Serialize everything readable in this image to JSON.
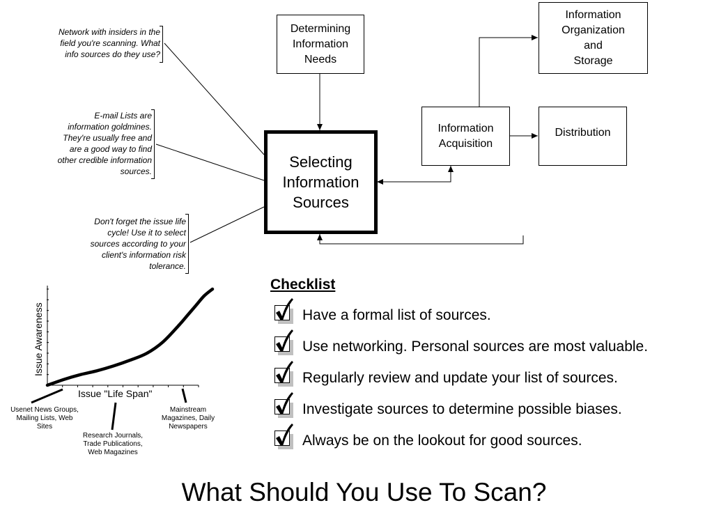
{
  "page_title": "What Should You Use To Scan?",
  "flow": {
    "determining": "Determining\nInformation\nNeeds",
    "selecting": "Selecting\nInformation\nSources",
    "acquisition": "Information\nAcquisition",
    "organization": "Information\nOrganization\nand\nStorage",
    "distribution": "Distribution"
  },
  "notes": [
    "Network with insiders in the\nfield you're scanning. What\ninfo sources do they use?",
    "E-mail  Lists are\ninformation goldmines.\nThey're usually free and\nare a good way to find\nother credible information\nsources.",
    "Don't forget the issue life\ncycle! Use it to select\nsources according to your\nclient's information risk\ntolerance."
  ],
  "checklist": {
    "title": "Checklist",
    "items": [
      {
        "text": "Have a formal list of sources.",
        "checked": true
      },
      {
        "text": "Use networking. Personal sources are most valuable.",
        "checked": true
      },
      {
        "text": "Regularly review and update your list of sources.",
        "checked": true
      },
      {
        "text": "Investigate sources to determine possible biases.",
        "checked": true
      },
      {
        "text": "Always be on the lookout for good sources.",
        "checked": true
      }
    ]
  },
  "chart_data": {
    "type": "line",
    "title": "",
    "xlabel": "Issue \"Life Span\"",
    "ylabel": "Issue Awareness",
    "xlim": [
      0,
      10
    ],
    "ylim": [
      0,
      10
    ],
    "grid": false,
    "x_ticks": 10,
    "y_ticks": 9,
    "series": [
      {
        "name": "Issue awareness curve",
        "x": [
          0,
          1,
          2,
          3,
          4,
          5,
          6,
          7,
          8,
          8.5,
          9,
          9.5,
          10
        ],
        "y": [
          0,
          0.6,
          1.1,
          1.5,
          2.0,
          2.6,
          3.3,
          4.5,
          6.3,
          7.3,
          8.3,
          9.3,
          10
        ]
      }
    ],
    "annotations": [
      {
        "text": "Usenet News Groups,\nMailing Lists, Web\nSites",
        "x": 1
      },
      {
        "text": "Research Journals,\nTrade Publications,\nWeb Magazines",
        "x": 4.5
      },
      {
        "text": "Mainstream\nMagazines, Daily\nNewspapers",
        "x": 9
      }
    ]
  }
}
